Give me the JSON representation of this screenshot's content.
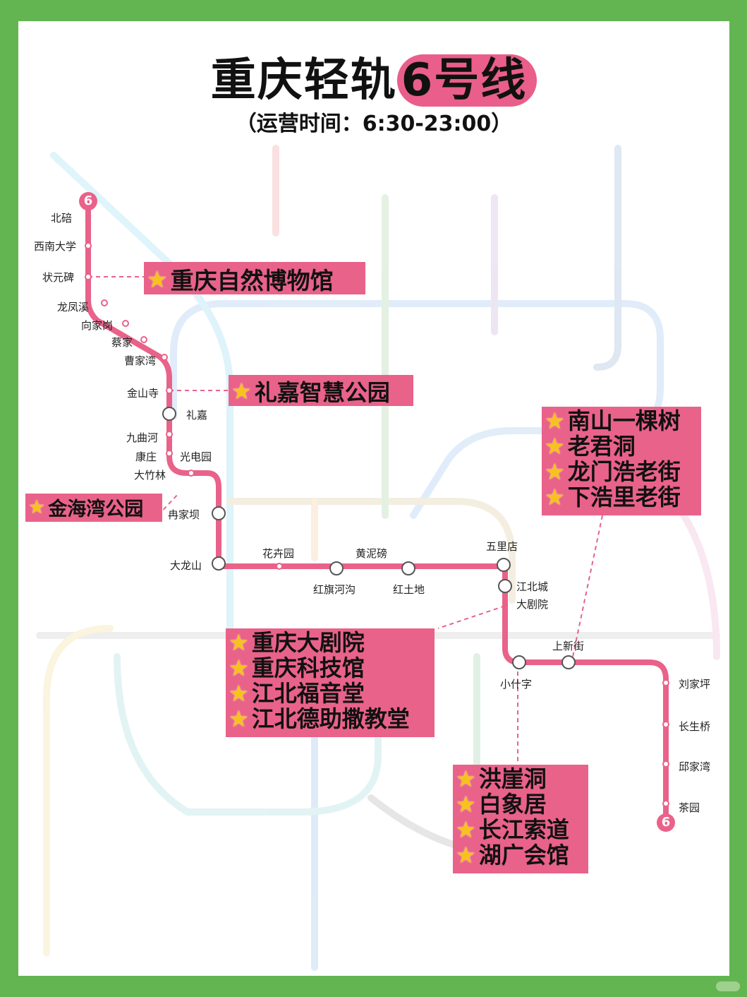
{
  "title": {
    "main": "重庆轻轨",
    "highlight": "6号线"
  },
  "subtitle": "（运营时间：6:30-23:00）",
  "line_badge": "6",
  "colors": {
    "background": "#63b552",
    "line": "#e9628a",
    "box": "#e9628a",
    "star": "#f7c21c"
  },
  "stations": {
    "beibei": "北碚",
    "xinan": "西南大学",
    "zhuangyuan": "状元碑",
    "longfeng": "龙凤溪",
    "xiangjia": "向家岗",
    "caijia": "蔡家",
    "caojia": "曹家湾",
    "jinshan": "金山寺",
    "lijia": "礼嘉",
    "jiuqu": "九曲河",
    "kangzhuang": "康庄",
    "guangdian": "光电园",
    "dazhulin": "大竹林",
    "ranjia": "冉家坝",
    "dalong": "大龙山",
    "huahui": "花卉园",
    "huangni": "黄泥磅",
    "wuli": "五里店",
    "hongqi": "红旗河沟",
    "hongtu": "红土地",
    "jiangbei": "江北城",
    "dajuyuan": "大剧院",
    "shangxin": "上新街",
    "xiaoshizi": "小什字",
    "liujia": "刘家坪",
    "changsheng": "长生桥",
    "qiujia": "邱家湾",
    "chayuan": "茶园"
  },
  "callouts": {
    "museum": {
      "items": [
        "重庆自然博物馆"
      ]
    },
    "lijia_park": {
      "items": [
        "礼嘉智慧公园"
      ]
    },
    "jinhai": {
      "items": [
        "金海湾公园"
      ]
    },
    "nanshan": {
      "items": [
        "南山一棵树",
        "老君洞",
        "龙门浩老街",
        "下浩里老街"
      ]
    },
    "jiangbei": {
      "items": [
        "重庆大剧院",
        "重庆科技馆",
        "江北福音堂",
        "江北德助撒教堂"
      ]
    },
    "hongya": {
      "items": [
        "洪崖洞",
        "白象居",
        "长江索道",
        "湖广会馆"
      ]
    }
  },
  "star_glyph": "★"
}
